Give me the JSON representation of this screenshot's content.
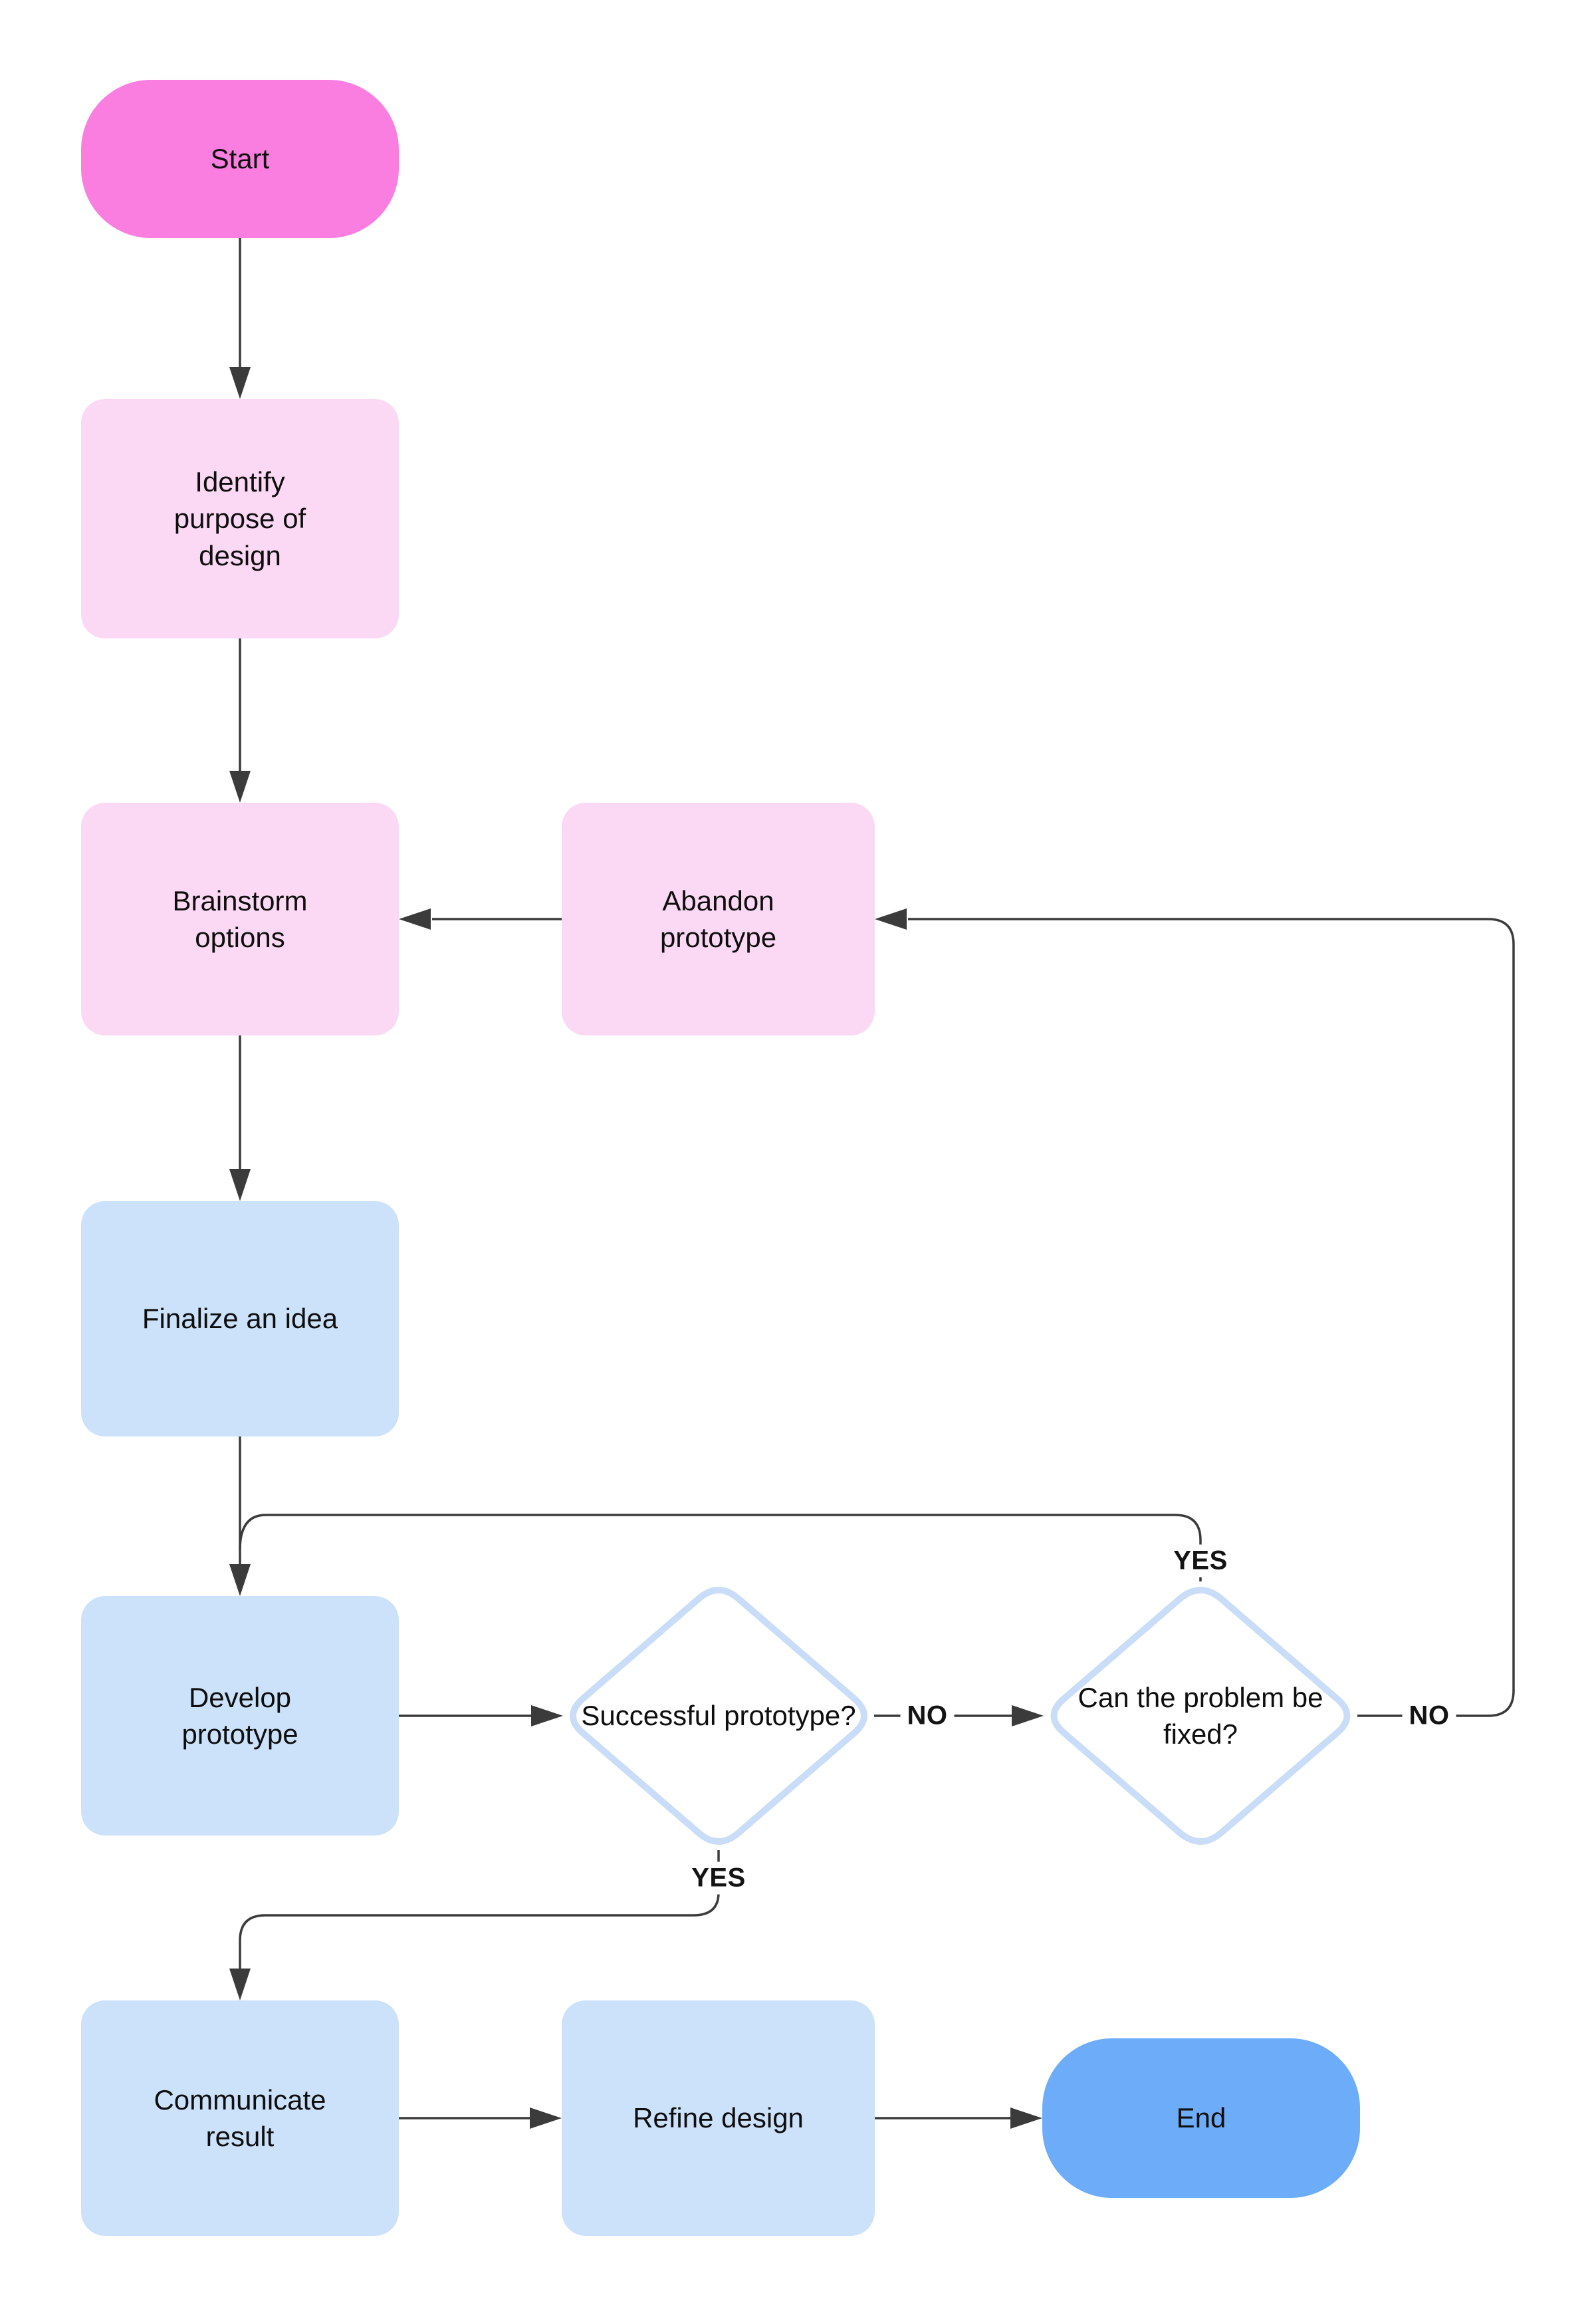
{
  "diagram": {
    "type": "flowchart",
    "background": "#ffffff",
    "colors": {
      "terminator_start_fill": "#f97ee0",
      "process_pink_fill": "#fbd9f4",
      "process_blue_fill": "#cce1fa",
      "terminator_end_fill": "#6cacf8",
      "decision_border": "#c9ddf8",
      "decision_fill": "#ffffff",
      "connector": "#3b3b3b",
      "text": "#0f0f0f"
    },
    "nodes": [
      {
        "id": "start",
        "type": "terminator",
        "label": "Start"
      },
      {
        "id": "identify-purpose",
        "type": "process",
        "label": "Identify\npurpose of\ndesign"
      },
      {
        "id": "brainstorm-options",
        "type": "process",
        "label": "Brainstorm\noptions"
      },
      {
        "id": "abandon-prototype",
        "type": "process",
        "label": "Abandon\nprototype"
      },
      {
        "id": "finalize-an-idea",
        "type": "process",
        "label": "Finalize an idea"
      },
      {
        "id": "develop-prototype",
        "type": "process",
        "label": "Develop\nprototype"
      },
      {
        "id": "successful-prototype",
        "type": "decision",
        "label": "Successful\nprototype?"
      },
      {
        "id": "can-problem-be-fixed",
        "type": "decision",
        "label": "Can the\nproblem be\nfixed?"
      },
      {
        "id": "communicate-result",
        "type": "process",
        "label": "Communicate\nresult"
      },
      {
        "id": "refine-design",
        "type": "process",
        "label": "Refine design"
      },
      {
        "id": "end",
        "type": "terminator",
        "label": "End"
      }
    ],
    "edges": [
      {
        "from": "start",
        "to": "identify-purpose",
        "label": ""
      },
      {
        "from": "identify-purpose",
        "to": "brainstorm-options",
        "label": ""
      },
      {
        "from": "abandon-prototype",
        "to": "brainstorm-options",
        "label": ""
      },
      {
        "from": "brainstorm-options",
        "to": "finalize-an-idea",
        "label": ""
      },
      {
        "from": "finalize-an-idea",
        "to": "develop-prototype",
        "label": ""
      },
      {
        "from": "develop-prototype",
        "to": "successful-prototype",
        "label": ""
      },
      {
        "from": "successful-prototype",
        "to": "can-problem-be-fixed",
        "label": "NO"
      },
      {
        "from": "can-problem-be-fixed",
        "to": "abandon-prototype",
        "label": "NO"
      },
      {
        "from": "can-problem-be-fixed",
        "to": "develop-prototype",
        "label": "YES"
      },
      {
        "from": "successful-prototype",
        "to": "communicate-result",
        "label": "YES"
      },
      {
        "from": "communicate-result",
        "to": "refine-design",
        "label": ""
      },
      {
        "from": "refine-design",
        "to": "end",
        "label": ""
      }
    ]
  }
}
